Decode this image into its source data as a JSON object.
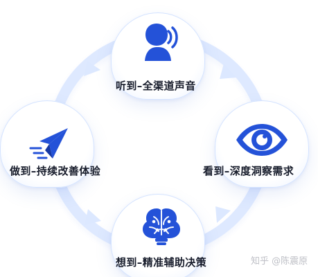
{
  "diagram": {
    "top": {
      "label": "听到–全渠道声音",
      "icon": "speaking-head-icon"
    },
    "right": {
      "label": "看到–深度洞察需求",
      "icon": "eye-icon"
    },
    "bottom": {
      "label": "想到–精准辅助决策",
      "icon": "brain-lightbulb-icon"
    },
    "left": {
      "label": "做到–持续改善体验",
      "icon": "paper-plane-icon"
    }
  },
  "watermark": "知乎 @陈震原",
  "colors": {
    "primary": "#2452d8",
    "cycle": "#dce8ff",
    "text": "#171c2b",
    "watermark": "#b7b9c0"
  }
}
